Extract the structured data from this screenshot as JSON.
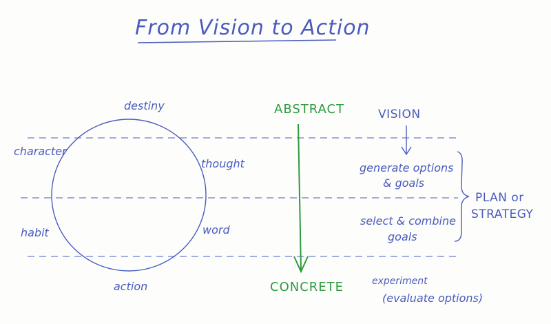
{
  "colors": {
    "ink": "#4a5bbd",
    "green": "#2e9a3e",
    "background": "#fdfdfc"
  },
  "title": "From Vision to Action",
  "cycle": {
    "top": "destiny",
    "upper_left": "character",
    "upper_right": "thought",
    "lower_left": "habit",
    "lower_right": "word",
    "bottom": "action"
  },
  "axis": {
    "top": "ABSTRACT",
    "bottom": "CONCRETE"
  },
  "process": {
    "vision": "VISION",
    "step1_line1": "generate options",
    "step1_line2": "& goals",
    "step2_line1": "select & combine",
    "step2_line2": "goals",
    "group_line1": "PLAN or",
    "group_line2": "STRATEGY",
    "final_line1": "experiment",
    "final_line2": "(evaluate options)"
  }
}
